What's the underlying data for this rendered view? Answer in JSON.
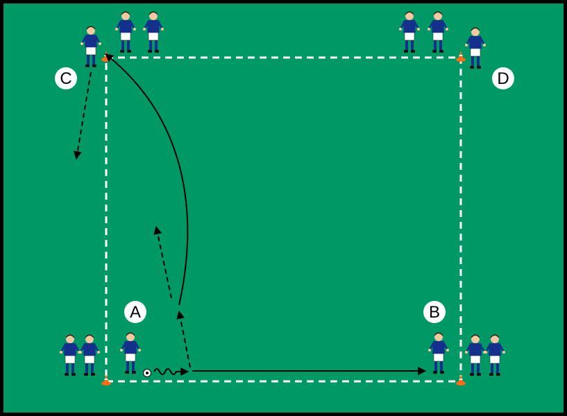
{
  "colors": {
    "border": "#000000",
    "pitch": "#009966",
    "area_line": "#ffffff",
    "shirt": "#13308c",
    "shorts": "#ffffff",
    "skin": "#f2c9a0",
    "cone": "#ff6a13",
    "arrow": "#000000"
  },
  "labels": {
    "a": "A",
    "b": "B",
    "c": "C",
    "d": "D"
  },
  "icons": {
    "player": "soccer-player-icon",
    "cone": "cone-icon",
    "ball": "soccer-ball-icon"
  }
}
